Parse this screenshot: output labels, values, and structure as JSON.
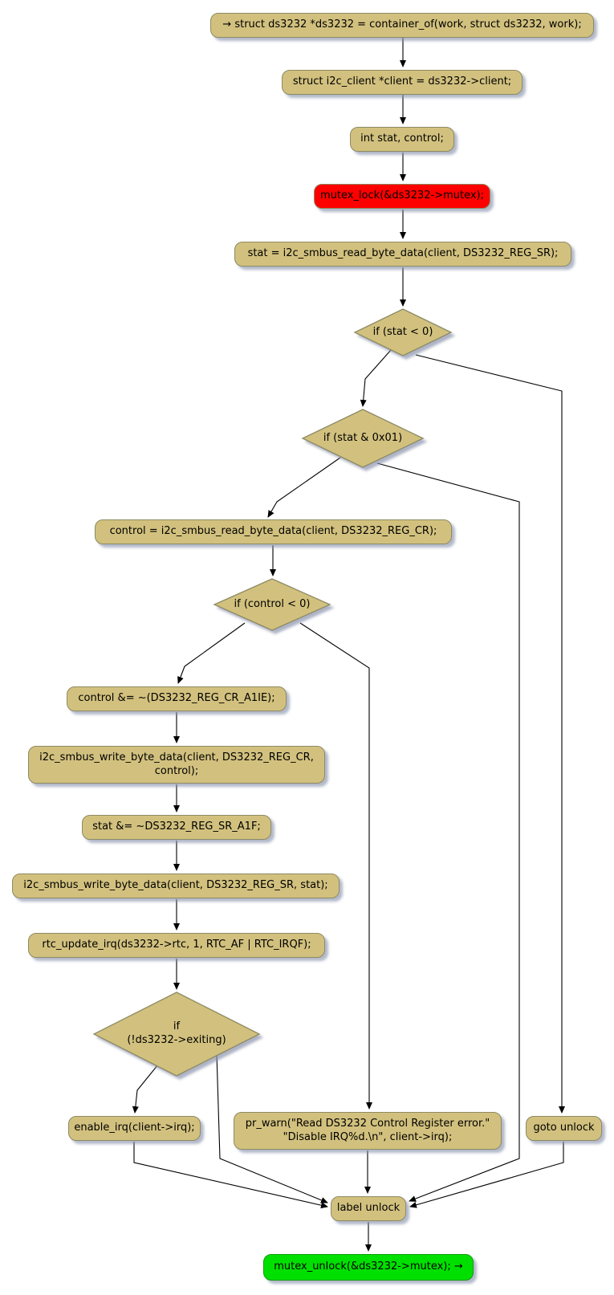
{
  "colors": {
    "node_fill": "#d2c17e",
    "node_border": "#8d8a63",
    "lock_highlight": "#ff0000",
    "unlock_highlight": "#00e000",
    "edge": "#000000",
    "shadow": "#8a93ad"
  },
  "nodes": {
    "start": {
      "label": "→ struct ds3232 *ds3232 = container_of(work, struct ds3232, work);"
    },
    "get_client": {
      "label": "struct i2c_client *client = ds3232->client;"
    },
    "declare_vars": {
      "label": "int stat, control;"
    },
    "mutex_lock": {
      "label": "mutex_lock(&ds3232->mutex);"
    },
    "read_status": {
      "label": "stat = i2c_smbus_read_byte_data(client, DS3232_REG_SR);"
    },
    "if_stat_neg": {
      "label": "if (stat < 0)"
    },
    "if_alarm_flag": {
      "label": "if (stat & 0x01)"
    },
    "read_control": {
      "label": "control = i2c_smbus_read_byte_data(client, DS3232_REG_CR);"
    },
    "if_control_neg": {
      "label": "if (control < 0)"
    },
    "clear_a1ie": {
      "label": "control &= ~(DS3232_REG_CR_A1IE);"
    },
    "write_control": {
      "label": "i2c_smbus_write_byte_data(client, DS3232_REG_CR,\ncontrol);"
    },
    "clear_a1f": {
      "label": "stat &= ~DS3232_REG_SR_A1F;"
    },
    "write_status": {
      "label": "i2c_smbus_write_byte_data(client, DS3232_REG_SR, stat);"
    },
    "rtc_update_irq": {
      "label": "rtc_update_irq(ds3232->rtc, 1, RTC_AF | RTC_IRQF);"
    },
    "if_not_exiting": {
      "label": "if\n(!ds3232->exiting)"
    },
    "enable_irq": {
      "label": "enable_irq(client->irq);"
    },
    "pr_warn": {
      "label": "pr_warn(\"Read DS3232 Control Register error.\"\n\"Disable IRQ%d.\\n\", client->irq);"
    },
    "goto_unlock": {
      "label": "goto unlock"
    },
    "label_unlock": {
      "label": "label unlock"
    },
    "mutex_unlock": {
      "label": "mutex_unlock(&ds3232->mutex); →"
    }
  }
}
